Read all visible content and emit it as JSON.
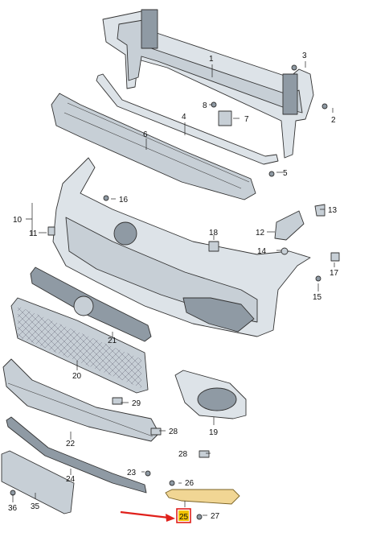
{
  "colors": {
    "part": "#c7cfd6",
    "part_dark": "#8f9aa4",
    "part_light": "#dde3e8",
    "highlighted_part": "#f1d694",
    "highlight_box": "#f2c200",
    "arrow": "#e0201b"
  },
  "callouts": [
    {
      "id": "c1",
      "label": "1"
    },
    {
      "id": "c2",
      "label": "2"
    },
    {
      "id": "c3",
      "label": "3"
    },
    {
      "id": "c4",
      "label": "4"
    },
    {
      "id": "c5",
      "label": "5"
    },
    {
      "id": "c6",
      "label": "6"
    },
    {
      "id": "c7",
      "label": "7"
    },
    {
      "id": "c8",
      "label": "8"
    },
    {
      "id": "c10",
      "label": "10"
    },
    {
      "id": "c11",
      "label": "11"
    },
    {
      "id": "c12",
      "label": "12"
    },
    {
      "id": "c13",
      "label": "13"
    },
    {
      "id": "c14",
      "label": "14"
    },
    {
      "id": "c15",
      "label": "15"
    },
    {
      "id": "c16",
      "label": "16"
    },
    {
      "id": "c17",
      "label": "17"
    },
    {
      "id": "c18",
      "label": "18"
    },
    {
      "id": "c19",
      "label": "19"
    },
    {
      "id": "c20",
      "label": "20"
    },
    {
      "id": "c21",
      "label": "21"
    },
    {
      "id": "c22",
      "label": "22"
    },
    {
      "id": "c23",
      "label": "23"
    },
    {
      "id": "c24",
      "label": "24"
    },
    {
      "id": "c25",
      "label": "25"
    },
    {
      "id": "c26",
      "label": "26"
    },
    {
      "id": "c27",
      "label": "27"
    },
    {
      "id": "c28a",
      "label": "28"
    },
    {
      "id": "c28b",
      "label": "28"
    },
    {
      "id": "c29",
      "label": "29"
    },
    {
      "id": "c35",
      "label": "35"
    },
    {
      "id": "c36",
      "label": "36"
    }
  ],
  "highlighted_part": "25"
}
